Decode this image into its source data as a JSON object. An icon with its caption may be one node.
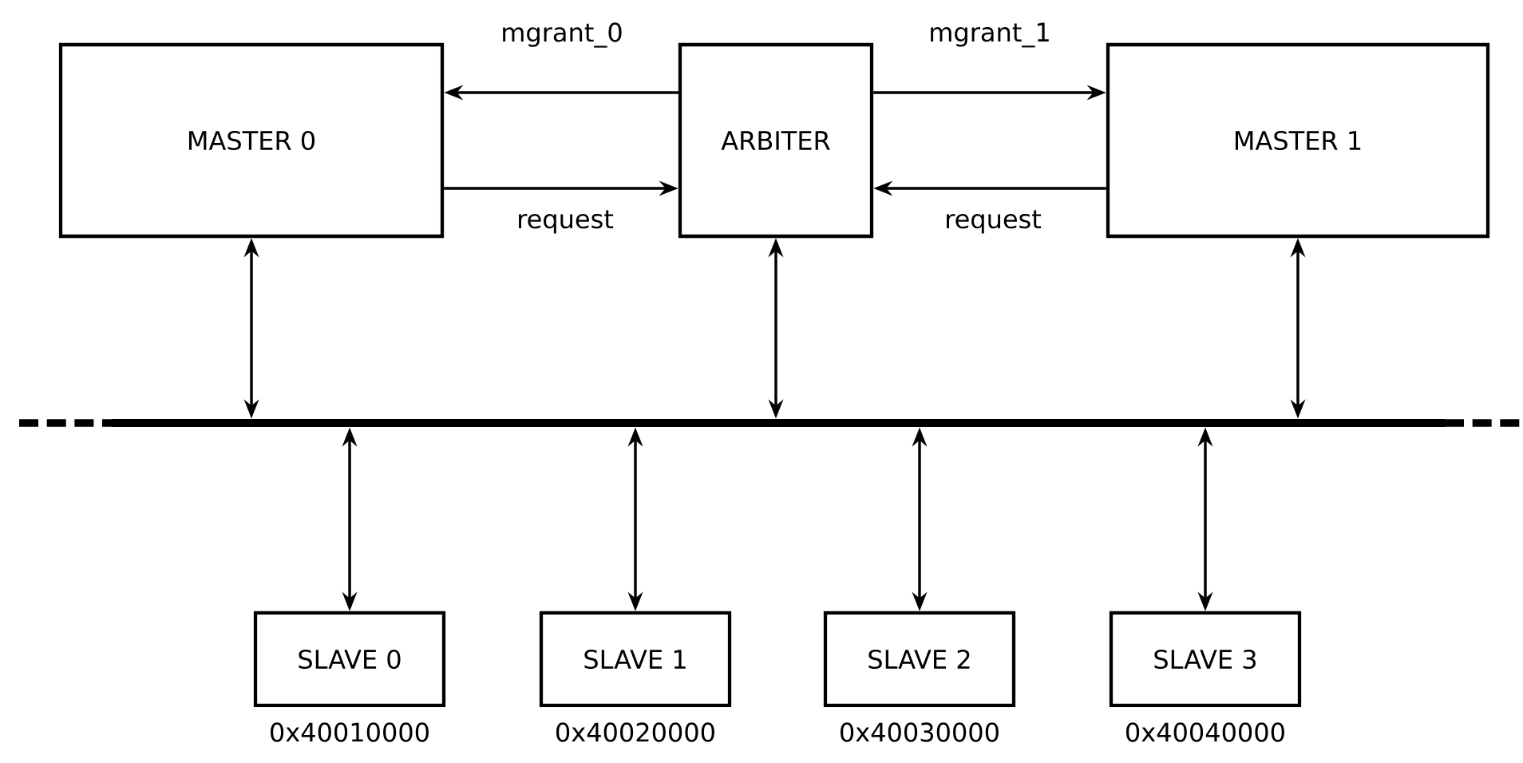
{
  "diagram": {
    "nodes": [
      {
        "text": [
          "MASTER 0"
        ]
      },
      {
        "text": [
          "ARBITER"
        ]
      },
      {
        "text": [
          "MASTER 1"
        ]
      },
      {
        "text": [],
        "shape": "bar"
      },
      {
        "text": [
          "SLAVE 0"
        ],
        "beside": [
          "0x40010000"
        ]
      },
      {
        "text": [
          "SLAVE 1"
        ],
        "beside": [
          "0x40020000"
        ]
      },
      {
        "text": [
          "SLAVE 2"
        ],
        "beside": [
          "0x40030000"
        ]
      },
      {
        "text": [
          "SLAVE 3"
        ],
        "beside": [
          "0x40040000"
        ]
      }
    ],
    "edges": [
      {
        "from": 1,
        "to": 0,
        "arrow": "to",
        "label": "mgrant_0"
      },
      {
        "from": 0,
        "to": 1,
        "arrow": "to",
        "label": "request"
      },
      {
        "from": 1,
        "to": 2,
        "arrow": "to",
        "label": "mgrant_1"
      },
      {
        "from": 2,
        "to": 1,
        "arrow": "to",
        "label": "request"
      },
      {
        "from": 0,
        "to": 3,
        "arrow": "both"
      },
      {
        "from": 1,
        "to": 3,
        "arrow": "both"
      },
      {
        "from": 2,
        "to": 3,
        "arrow": "both"
      },
      {
        "from": 3,
        "to": 4,
        "arrow": "both"
      },
      {
        "from": 3,
        "to": 5,
        "arrow": "both"
      },
      {
        "from": 3,
        "to": 6,
        "arrow": "both"
      },
      {
        "from": 3,
        "to": 7,
        "arrow": "both"
      }
    ]
  }
}
